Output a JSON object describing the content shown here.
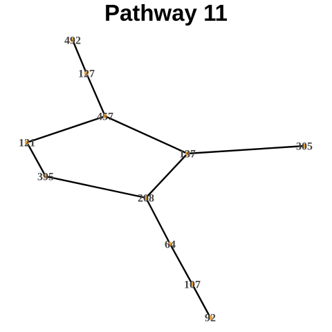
{
  "title": "Pathway 11",
  "colors": {
    "edge": "#000000",
    "node": "#e8a33a",
    "label": "#444444",
    "title": "#000000"
  },
  "nodes": [
    {
      "id": "492",
      "label": "492"
    },
    {
      "id": "127",
      "label": "127"
    },
    {
      "id": "457",
      "label": "457"
    },
    {
      "id": "121",
      "label": "121"
    },
    {
      "id": "395",
      "label": "395"
    },
    {
      "id": "137",
      "label": "137"
    },
    {
      "id": "305",
      "label": "305"
    },
    {
      "id": "208",
      "label": "208"
    },
    {
      "id": "64",
      "label": "64"
    },
    {
      "id": "107",
      "label": "107"
    },
    {
      "id": "92",
      "label": "92"
    }
  ],
  "edges": [
    {
      "source": "492",
      "target": "127"
    },
    {
      "source": "127",
      "target": "457"
    },
    {
      "source": "457",
      "target": "121"
    },
    {
      "source": "457",
      "target": "137"
    },
    {
      "source": "121",
      "target": "395"
    },
    {
      "source": "395",
      "target": "208"
    },
    {
      "source": "137",
      "target": "208"
    },
    {
      "source": "137",
      "target": "305"
    },
    {
      "source": "208",
      "target": "64"
    },
    {
      "source": "64",
      "target": "107"
    },
    {
      "source": "107",
      "target": "92"
    }
  ]
}
